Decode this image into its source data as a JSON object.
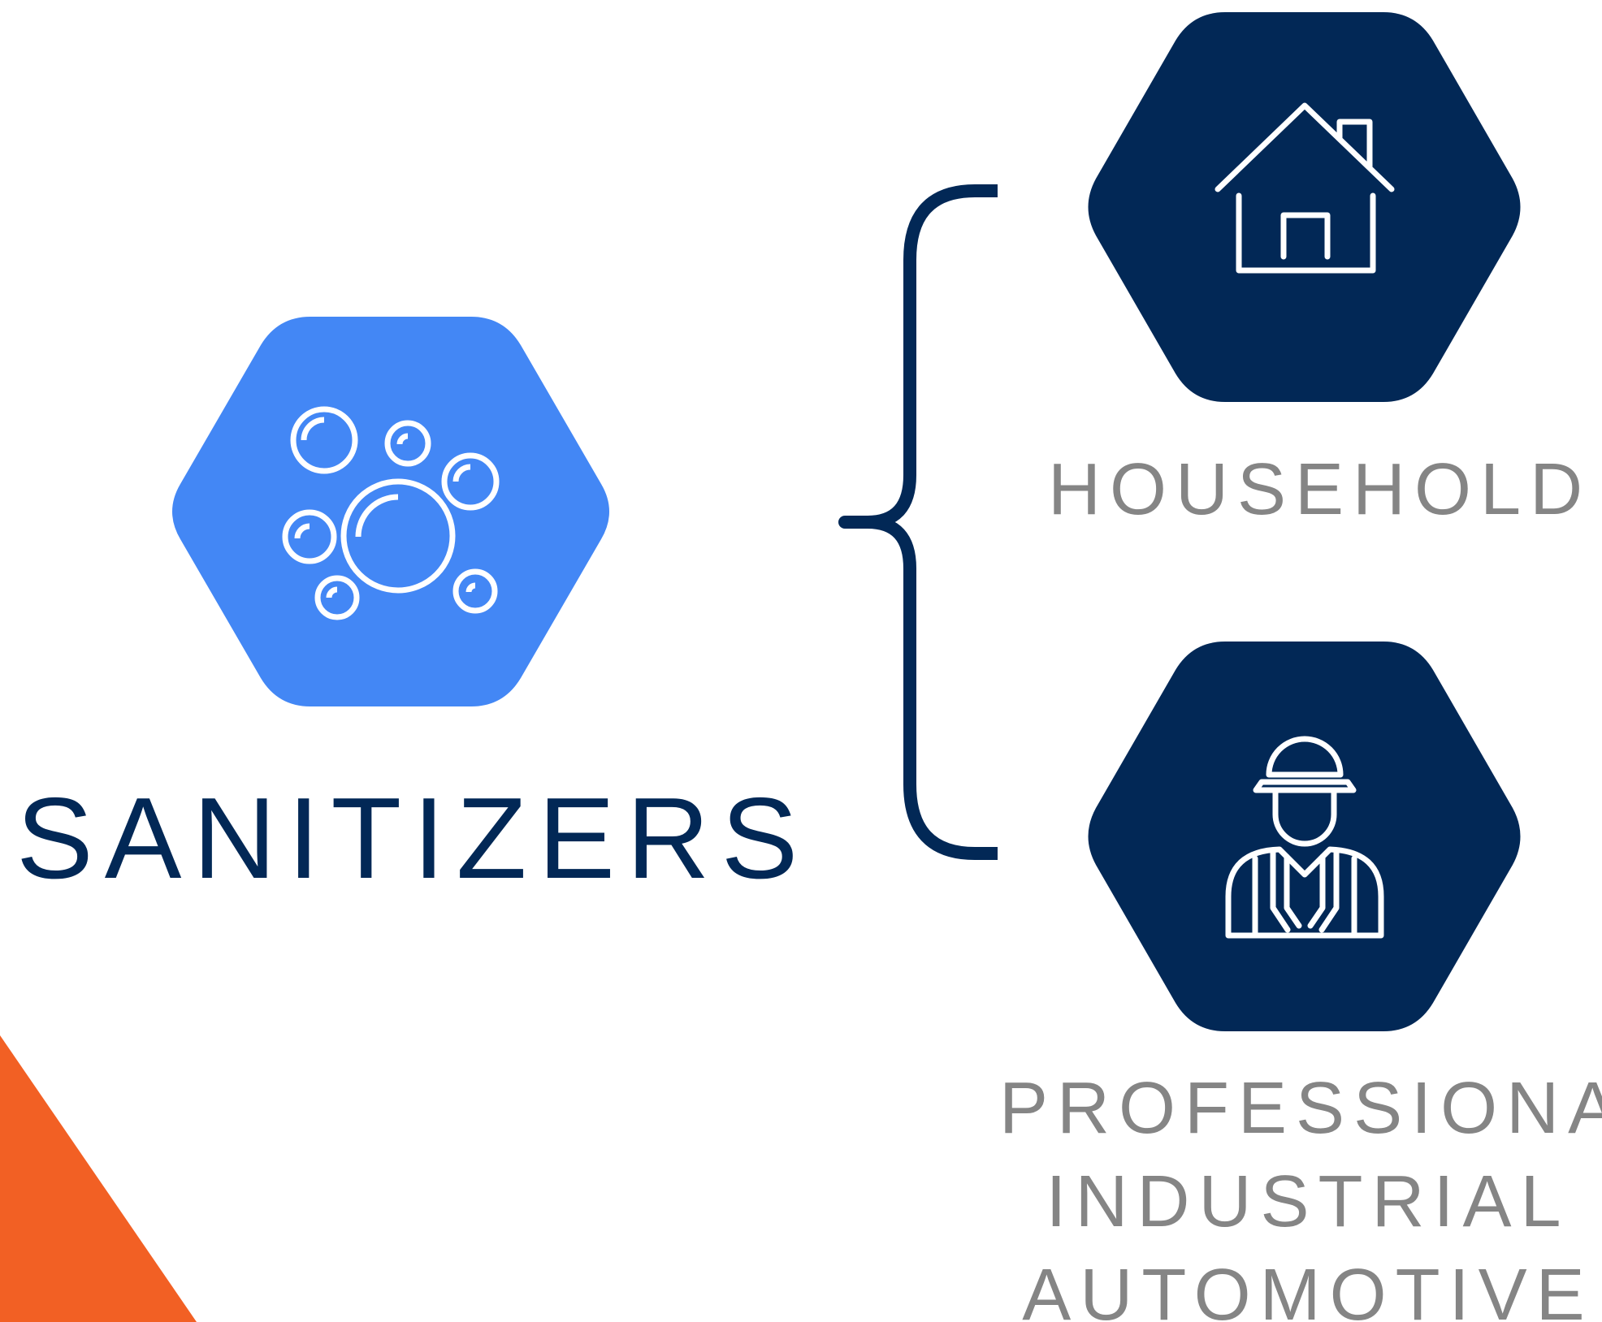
{
  "diagram": {
    "root": {
      "label": "SANITIZERS",
      "icon": "bubbles-icon",
      "color": "#4387f5"
    },
    "branches": [
      {
        "label": "HOUSEHOLD",
        "icon": "house-icon",
        "color": "#022856"
      },
      {
        "lines": [
          "PROFESSIONAL",
          "INDUSTRIAL",
          "AUTOMOTIVE"
        ],
        "icon": "worker-icon",
        "color": "#022856"
      }
    ],
    "connector": "curly-brace",
    "connector_color": "#022856"
  },
  "colors": {
    "title_text": "#022856",
    "branch_text": "#858585",
    "accent": "#f26024",
    "background": "#ffffff"
  }
}
